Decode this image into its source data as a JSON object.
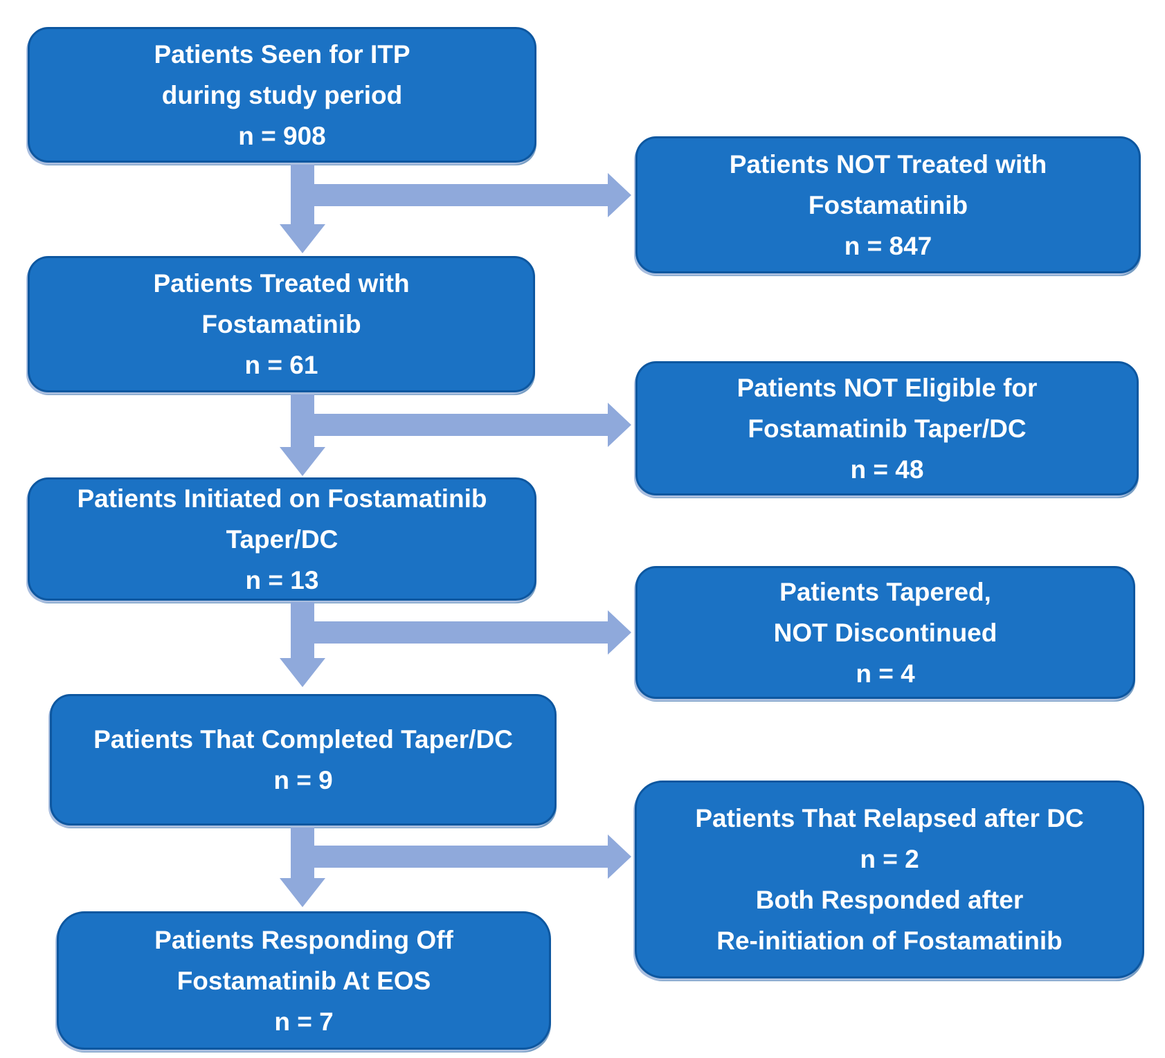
{
  "colors": {
    "page-bg": "#ffffff",
    "box-fill": "#1b72c4",
    "box-border": "#0d57a0",
    "box-shadow": "#a9bedf",
    "arrow-fill": "#8fa9db",
    "box-text": "#ffffff"
  },
  "flow": {
    "left_boxes": [
      {
        "name": "patients-seen-for-itp",
        "lines": [
          "Patients Seen for ITP",
          "during study period",
          "n = 908"
        ]
      },
      {
        "name": "patients-treated-with-fostamatinib",
        "lines": [
          "Patients Treated with",
          "Fostamatinib",
          "n = 61"
        ]
      },
      {
        "name": "patients-initiated-on-taper-dc",
        "lines": [
          "Patients Initiated on Fostamatinib",
          "Taper/DC",
          "n = 13"
        ]
      },
      {
        "name": "patients-completed-taper-dc",
        "lines": [
          "Patients That Completed Taper/DC",
          "n = 9"
        ]
      },
      {
        "name": "patients-responding-off-at-eos",
        "lines": [
          "Patients Responding Off",
          "Fostamatinib At EOS",
          "n = 7"
        ]
      }
    ],
    "right_boxes": [
      {
        "name": "patients-not-treated",
        "lines": [
          "Patients NOT Treated with",
          "Fostamatinib",
          "n = 847"
        ]
      },
      {
        "name": "patients-not-eligible-taper-dc",
        "lines": [
          "Patients NOT Eligible for",
          "Fostamatinib Taper/DC",
          "n = 48"
        ]
      },
      {
        "name": "patients-tapered-not-discontinued",
        "lines": [
          "Patients Tapered,",
          "NOT Discontinued",
          "n = 4"
        ]
      },
      {
        "name": "patients-relapsed-after-dc",
        "lines": [
          "Patients That Relapsed after DC",
          "n = 2",
          "Both Responded after",
          "Re-initiation of Fostamatinib"
        ]
      }
    ]
  }
}
